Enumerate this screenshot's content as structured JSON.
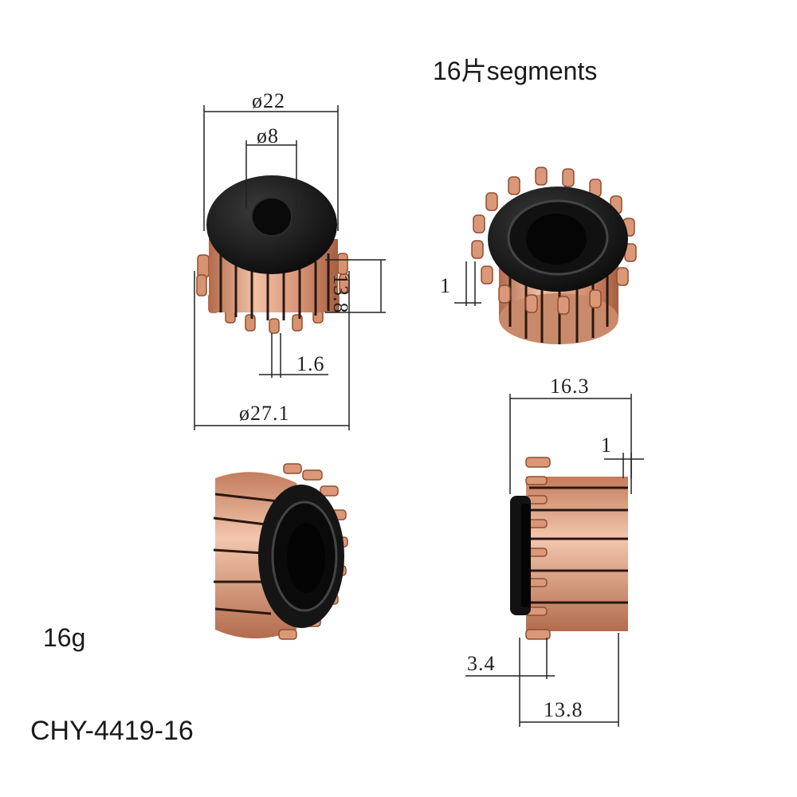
{
  "title": "16片segments",
  "weight": "16g",
  "model": "CHY-4419-16",
  "dimensions": {
    "outer_dia": "ø22",
    "inner_dia": "ø8",
    "height": "13.8",
    "hook_width": "1.6",
    "hook_dia": "ø27.1",
    "thickness_top": "1",
    "overall_length": "16.3",
    "thickness_side": "1",
    "hook_length": "3.4",
    "body_length": "13.8"
  },
  "colors": {
    "copper": "#d9987a",
    "copper_dark": "#b46a48",
    "insulator": "#151515",
    "line": "#222222"
  }
}
